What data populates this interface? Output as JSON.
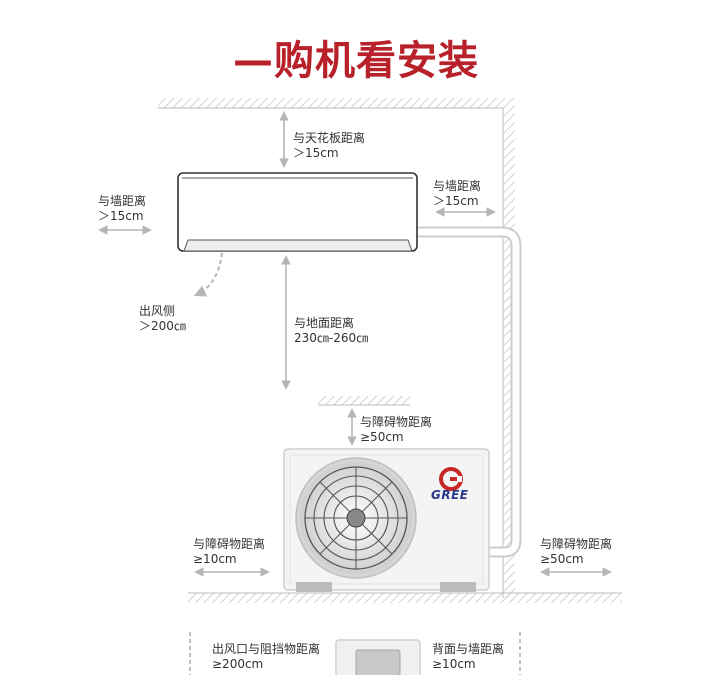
{
  "title": "—购机看安装",
  "brand_text": "GREE",
  "colors": {
    "title": "#b8202a",
    "brand": "#2b3a8c",
    "wall": "#bdbdbd",
    "unit_body": "#f4f4f4"
  },
  "labels": {
    "ceiling": {
      "name": "与天花板距离",
      "value": "＞15cm"
    },
    "wall_left": {
      "name": "与墙距离",
      "value": "＞15cm"
    },
    "wall_right": {
      "name": "与墙距离",
      "value": "＞15cm"
    },
    "outlet_side": {
      "name": "出风侧",
      "value": "＞200㎝"
    },
    "floor": {
      "name": "与地面距离",
      "value": "230㎝-260㎝"
    },
    "outdoor_top": {
      "name": "与障碍物距离",
      "value": "≥50cm"
    },
    "outdoor_left": {
      "name": "与障碍物距离",
      "value": "≥10cm"
    },
    "outdoor_right": {
      "name": "与障碍物距离",
      "value": "≥50cm"
    },
    "outlet_blocker": {
      "name": "出风口与阻挡物距离",
      "value": "≥200cm"
    },
    "back_wall": {
      "name": "背面与墙距离",
      "value": "≥10cm"
    }
  }
}
